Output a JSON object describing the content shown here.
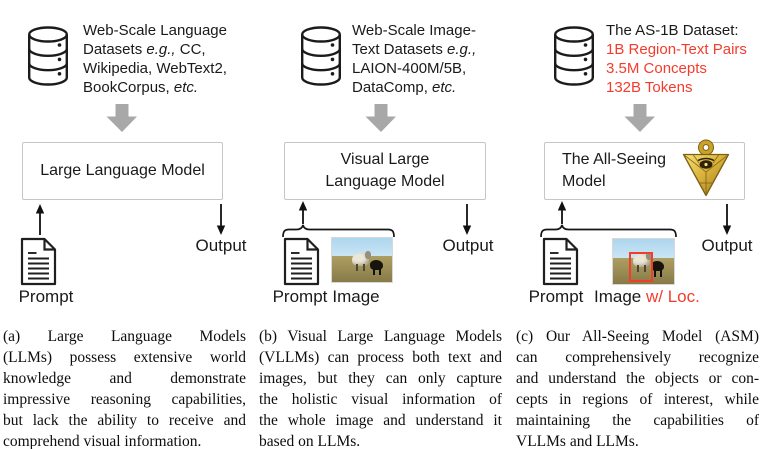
{
  "colors": {
    "red": "#f43c2d",
    "arrow_gray": "#a8a8a8",
    "box_border": "#c6c6c6",
    "ink": "#1a1a1a",
    "gold": "#d4af37"
  },
  "icons": {
    "database": "database-cylinder-stack",
    "document": "page-with-folded-corner-and-text-lines",
    "block_arrow": "thick-gray-down-arrow",
    "thin_arrow_up": "thin-up-arrow",
    "thin_arrow_down": "thin-down-arrow",
    "brace": "over-brace-grouping-inputs",
    "millennium_puzzle": "gold-inverted-pyramid-with-eye",
    "photo": "sheep-on-grassland-photo"
  },
  "panels": [
    {
      "id": "a",
      "dataset_lines": [
        [
          {
            "t": "Web-Scale Language"
          }
        ],
        [
          {
            "t": "Datasets "
          },
          {
            "t": "e.g.,",
            "i": true
          },
          {
            "t": " CC,"
          }
        ],
        [
          {
            "t": "Wikipedia, WebText2,"
          }
        ],
        [
          {
            "t": "BookCorpus, "
          },
          {
            "t": "etc.",
            "i": true
          }
        ]
      ],
      "model_lines": [
        "Large Language Model"
      ],
      "prompt_label": "Prompt",
      "output_label": "Output",
      "caption_lines": [
        "(a) Large Language Models",
        "(LLMs) possess extensive world",
        "knowledge and demonstrate",
        "impressive reasoning capabilities,",
        "but lack the ability to receive and",
        "comprehend visual information."
      ]
    },
    {
      "id": "b",
      "dataset_lines": [
        [
          {
            "t": "Web-Scale Image-"
          }
        ],
        [
          {
            "t": "Text Datasets "
          },
          {
            "t": "e.g.,",
            "i": true
          }
        ],
        [
          {
            "t": "LAION-400M/5B,"
          }
        ],
        [
          {
            "t": "DataComp, "
          },
          {
            "t": "etc.",
            "i": true
          }
        ]
      ],
      "model_lines": [
        "Visual Large",
        "Language Model"
      ],
      "prompt_label": "Prompt",
      "image_label": "Image",
      "output_label": "Output",
      "caption_lines": [
        "(b) Visual Large Language Models",
        "(VLLMs) can process both text and",
        "images, but they can only capture",
        "the holistic visual information of",
        "the whole image and understand it",
        "based on LLMs."
      ]
    },
    {
      "id": "c",
      "dataset_lines": [
        [
          {
            "t": "The AS-1B Dataset:"
          }
        ],
        [
          {
            "t": "1B Region-Text Pairs",
            "red": true
          }
        ],
        [
          {
            "t": "3.5M Concepts",
            "red": true
          }
        ],
        [
          {
            "t": "132B Tokens",
            "red": true
          }
        ]
      ],
      "model_lines": [
        "The All-Seeing",
        "Model"
      ],
      "prompt_label": "Prompt",
      "image_label": "Image",
      "loc_label": "w/ Loc.",
      "output_label": "Output",
      "caption_lines": [
        "(c) Our All-Seeing Model (ASM)",
        "can comprehensively recognize",
        "and understand the objects or con-",
        "cepts in regions of interest, while",
        "maintaining the capabilities of",
        "VLLMs and LLMs."
      ]
    }
  ]
}
